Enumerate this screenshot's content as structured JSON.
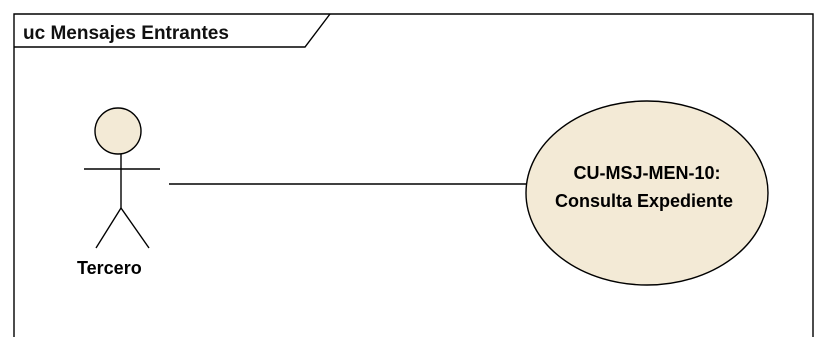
{
  "diagram": {
    "frame_title": "uc Mensajes Entrantes",
    "actor": {
      "name": "Tercero"
    },
    "use_case": {
      "line1": "CU-MSJ-MEN-10:",
      "line2": "Consulta Expediente"
    }
  },
  "colors": {
    "frame_border": "#000000",
    "actor_head_fill": "#f3ead6",
    "use_case_fill": "#f3ead6",
    "line": "#000000"
  }
}
